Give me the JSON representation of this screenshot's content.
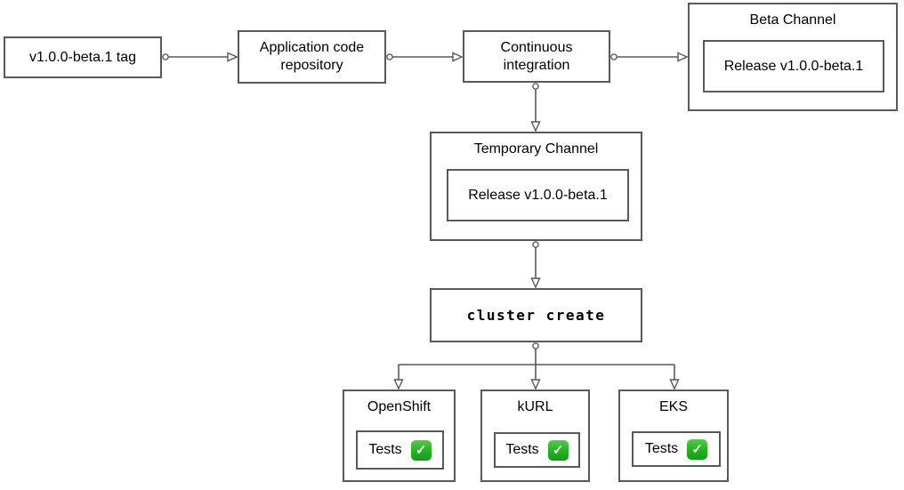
{
  "nodes": {
    "tag": {
      "label": "v1.0.0-beta.1 tag"
    },
    "repo": {
      "label": "Application code repository"
    },
    "ci": {
      "label": "Continuous integration"
    },
    "beta_channel": {
      "title": "Beta Channel",
      "release_label": "Release v1.0.0-beta.1"
    },
    "temp_channel": {
      "title": "Temporary Channel",
      "release_label": "Release v1.0.0-beta.1"
    },
    "cluster_create": {
      "label": "cluster create"
    },
    "openshift": {
      "title": "OpenShift",
      "tests_label": "Tests"
    },
    "kurl": {
      "title": "kURL",
      "tests_label": "Tests"
    },
    "eks": {
      "title": "EKS",
      "tests_label": "Tests"
    }
  },
  "icons": {
    "check_glyph": "✓",
    "check_icon_name": "check-mark-button"
  },
  "colors": {
    "stroke": "#595959",
    "text": "#000000",
    "background": "#ffffff",
    "check_green": "#21b322",
    "check_mark_white": "#ffffff"
  }
}
